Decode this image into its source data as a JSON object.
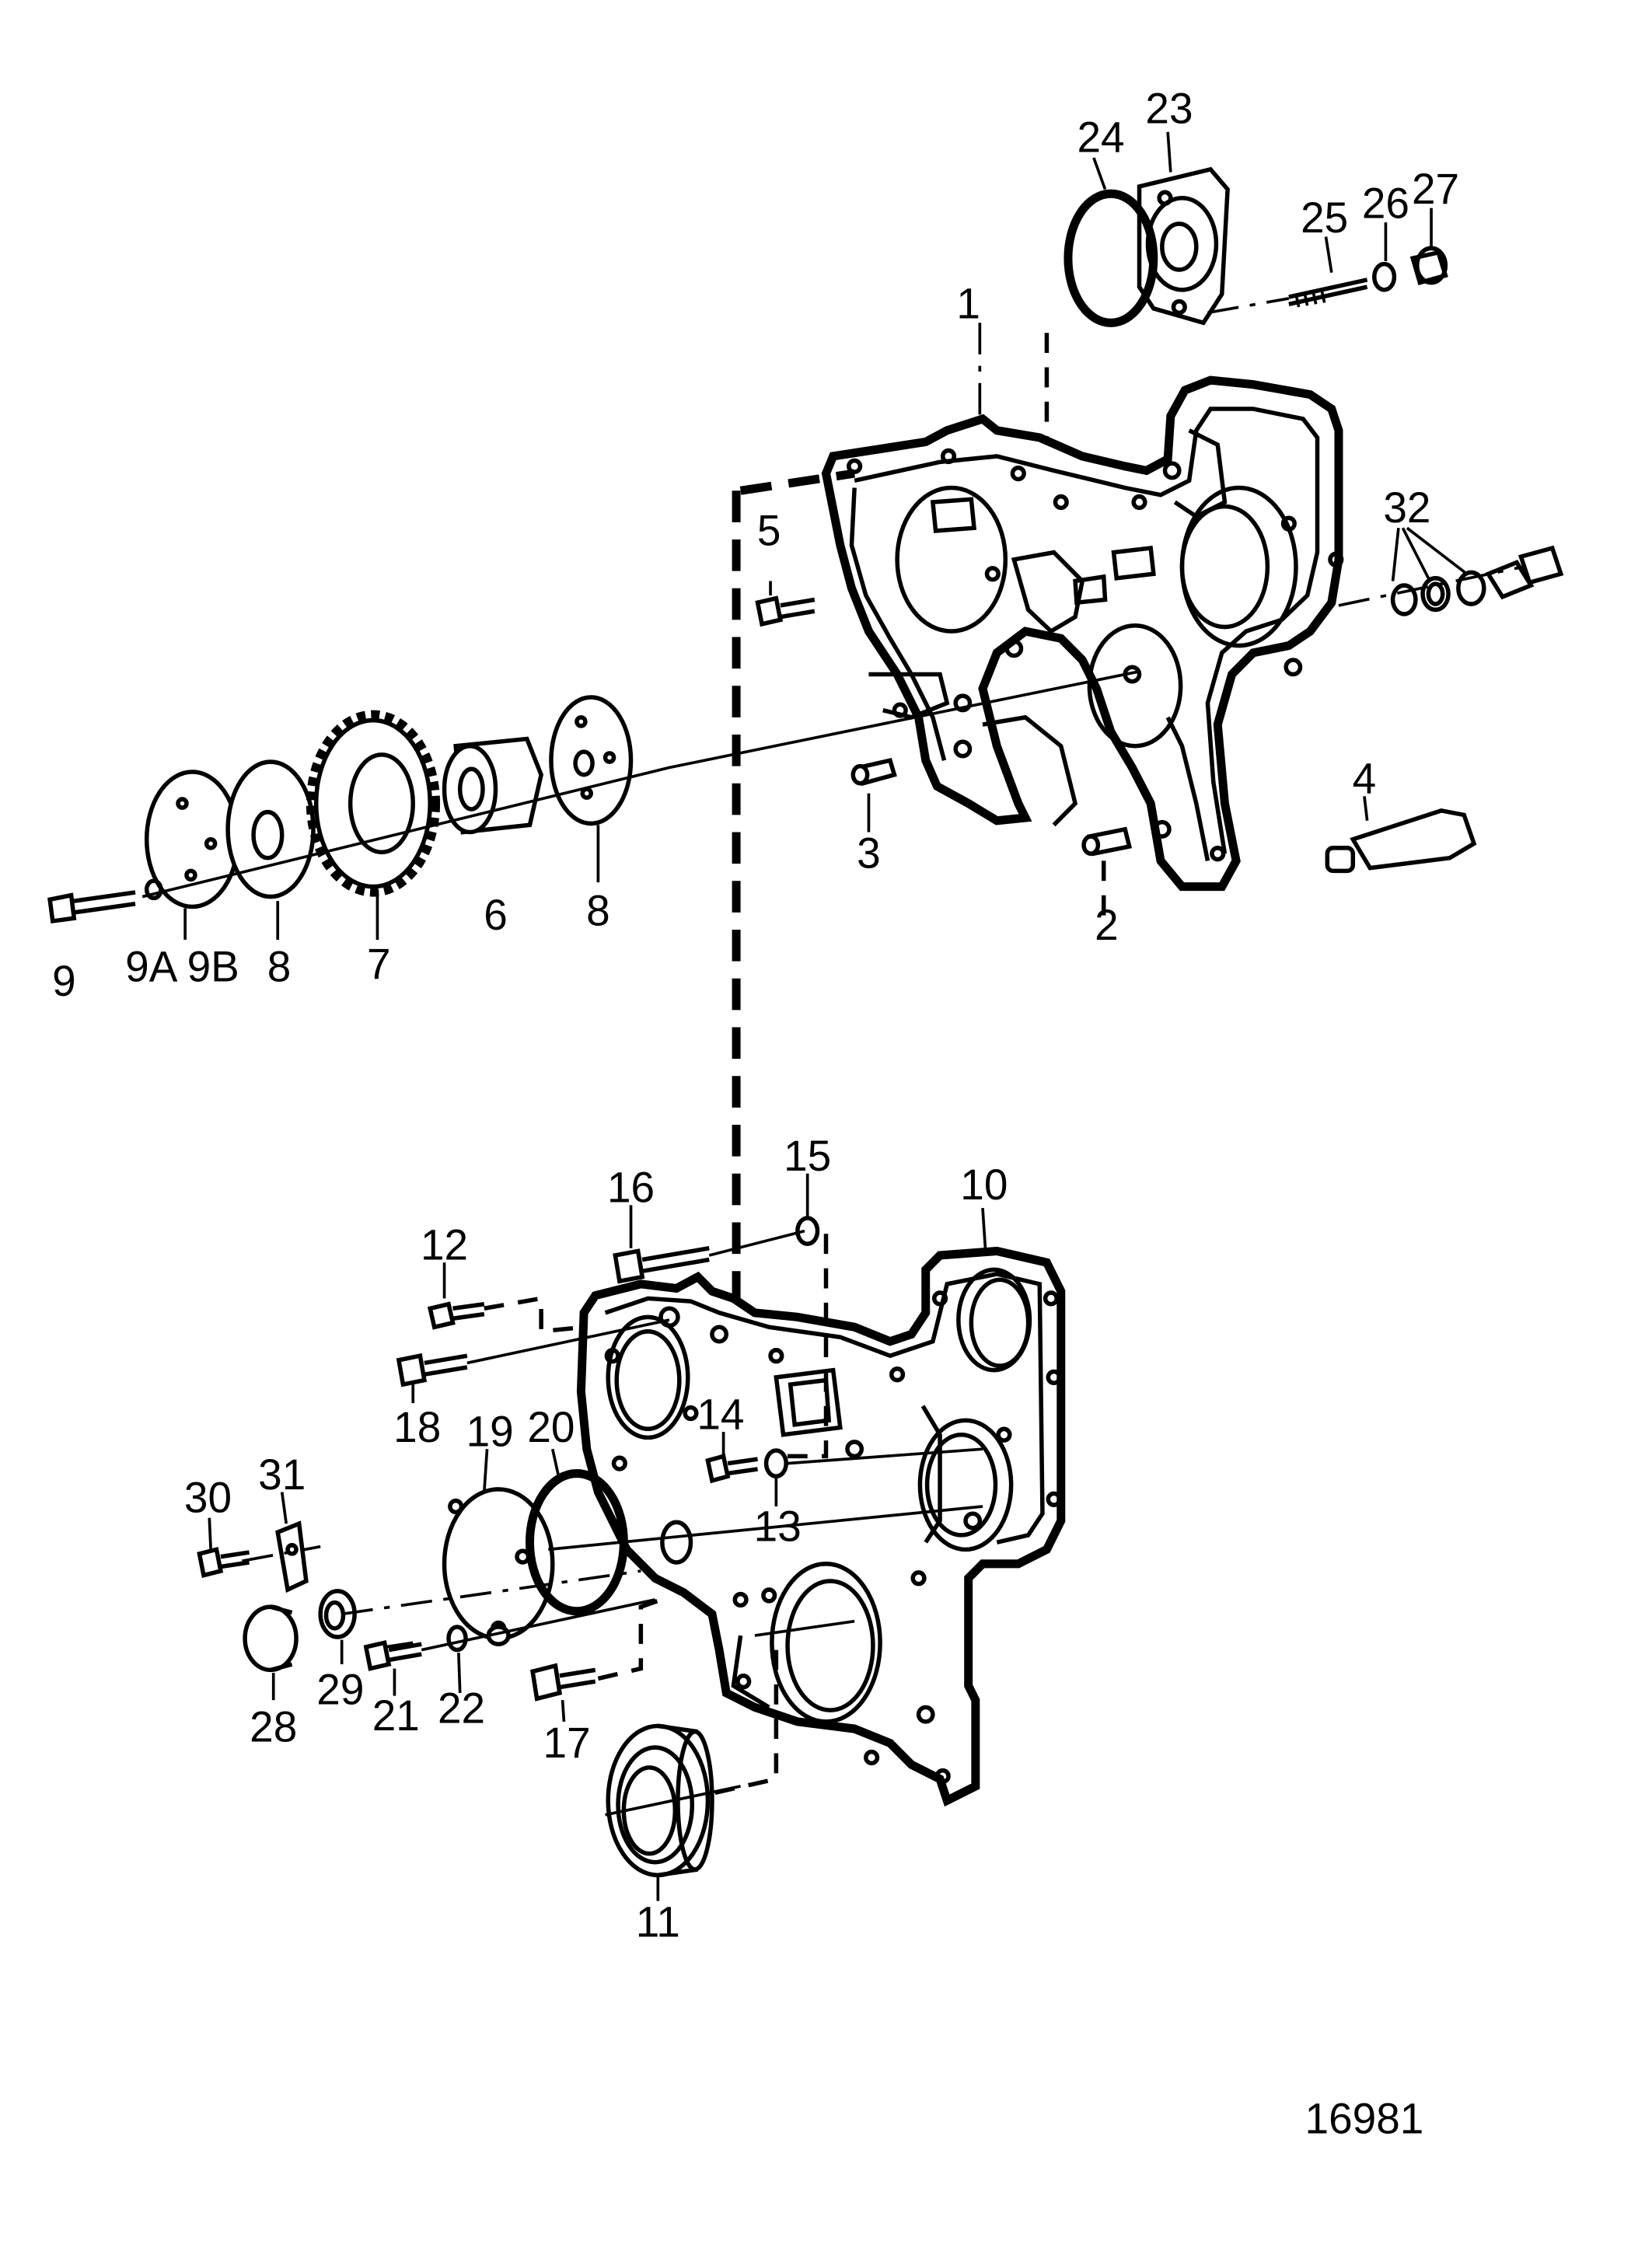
{
  "diagram": {
    "document_number": "16981",
    "part_labels": [
      "1",
      "2",
      "3",
      "4",
      "5",
      "6",
      "7",
      "8",
      "8",
      "9",
      "9A 9B",
      "10",
      "11",
      "12",
      "13",
      "14",
      "15",
      "16",
      "17",
      "18",
      "19",
      "20",
      "21",
      "22",
      "23",
      "24",
      "25",
      "26",
      "27",
      "28",
      "29",
      "30",
      "31",
      "32"
    ]
  }
}
